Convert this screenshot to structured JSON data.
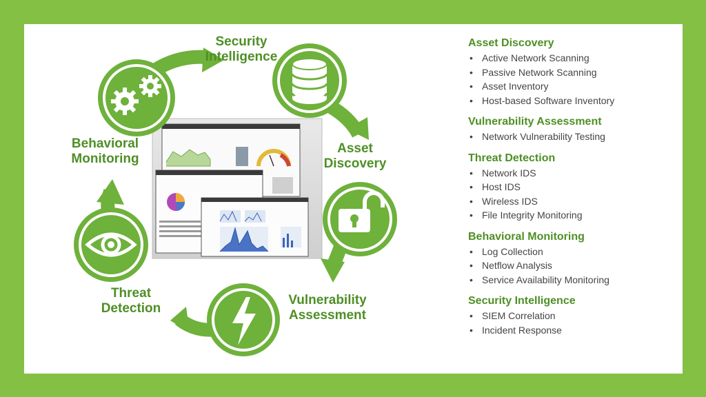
{
  "colors": {
    "background_green": "#84c044",
    "circle_green": "#6eb13b",
    "title_green": "#4e8f25",
    "text_gray": "#444444"
  },
  "cycle": {
    "security_intelligence": [
      "Security",
      "Intelligence"
    ],
    "asset_discovery": [
      "Asset",
      "Discovery"
    ],
    "vulnerability_assessment": [
      "Vulnerability",
      "Assessment"
    ],
    "threat_detection": [
      "Threat",
      "Detection"
    ],
    "behavioral_monitoring": [
      "Behavioral",
      "Monitoring"
    ]
  },
  "icons": {
    "security_intelligence": "gears-icon",
    "asset_discovery": "database-icon",
    "vulnerability_assessment": "open-lock-icon",
    "threat_detection": "lightning-icon",
    "behavioral_monitoring": "eye-icon"
  },
  "sections": [
    {
      "title": "Asset Discovery",
      "items": [
        "Active Network Scanning",
        "Passive Network Scanning",
        "Asset Inventory",
        "Host-based Software Inventory"
      ]
    },
    {
      "title": "Vulnerability Assessment",
      "items": [
        "Network Vulnerability Testing"
      ]
    },
    {
      "title": "Threat Detection",
      "items": [
        "Network IDS",
        "Host IDS",
        "Wireless IDS",
        "File Integrity Monitoring"
      ]
    },
    {
      "title": "Behavioral Monitoring",
      "items": [
        "Log Collection",
        "Netflow Analysis",
        "Service Availability Monitoring"
      ]
    },
    {
      "title": "Security Intelligence",
      "items": [
        "SIEM Correlation",
        "Incident Response"
      ]
    }
  ]
}
